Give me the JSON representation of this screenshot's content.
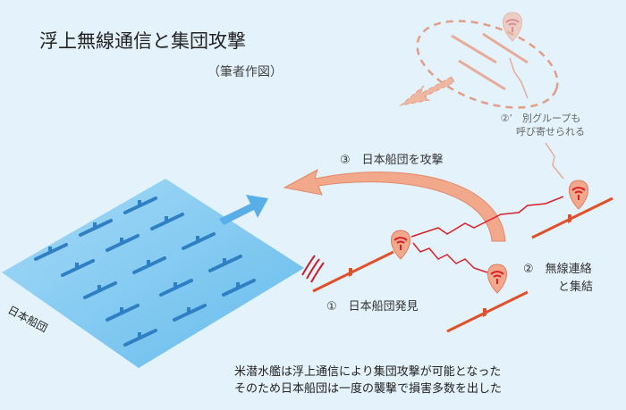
{
  "title": "浮上無線通信と集団攻撃",
  "credit": "（筆者作図）",
  "steps": {
    "step1": "①　日本船団発見",
    "step2": "②　無線連絡\n　　　と集結",
    "step2_prime": "②’　別グループも\n　　呼び寄せられる",
    "step3": "③　日本船団を攻撃"
  },
  "sea_label": "日本船団",
  "caption": [
    "米潜水艦は浮上通信により集団攻撃が可能となった",
    "そのため日本船団は一度の襲撃で損害多数を出した"
  ],
  "colors": {
    "background": "#e4f2fb",
    "sea": "#6cc0ee",
    "ship": "#2f7fc4",
    "submarine": "#e0502a",
    "radio": "#d8202a",
    "arrow": "#f2a88a"
  },
  "icons": [
    "wifi-balloon-icon",
    "submarine-icon",
    "ship-icon",
    "arrow-icon",
    "sonar-wave-icon"
  ]
}
